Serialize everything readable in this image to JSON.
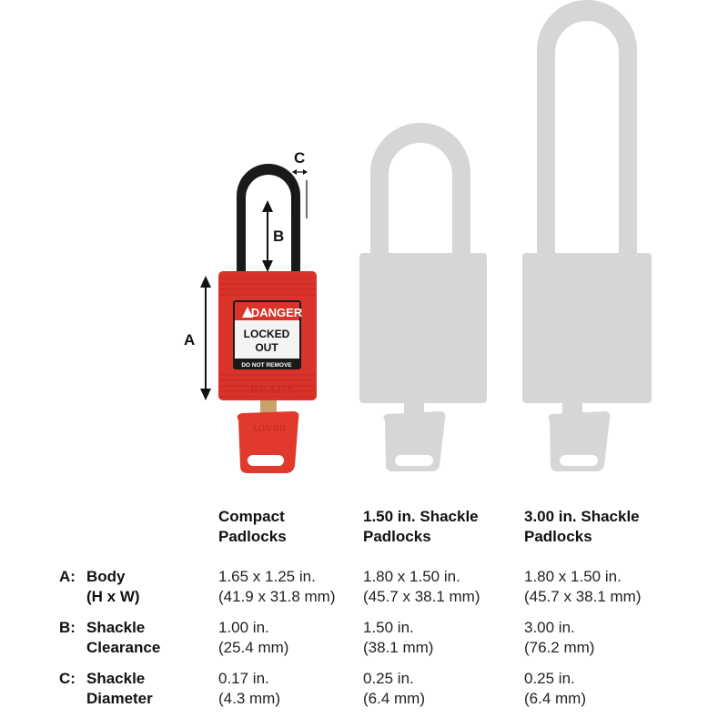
{
  "dimension_markers": {
    "a": "A",
    "b": "B",
    "c": "C"
  },
  "compact_lock": {
    "label_header": "DANGER",
    "label_body_line1": "LOCKED",
    "label_body_line2": "OUT",
    "label_footer": "DO NOT REMOVE",
    "brand": "BRADY",
    "body_color": "#d9332a",
    "shackle_color": "#1a1a1a",
    "key_color": "#e03a2c"
  },
  "silhouette_color": "#d6d6d6",
  "columns": [
    {
      "line1": "Compact",
      "line2": "Padlocks"
    },
    {
      "line1": "1.50 in. Shackle",
      "line2": "Padlocks"
    },
    {
      "line1": "3.00 in. Shackle",
      "line2": "Padlocks"
    }
  ],
  "rows": [
    {
      "letter": "A:",
      "name_line1": "Body",
      "name_line2": "(H x W)",
      "values": [
        {
          "line1": "1.65 x 1.25 in.",
          "line2": "(41.9 x 31.8 mm)"
        },
        {
          "line1": "1.80 x 1.50 in.",
          "line2": "(45.7 x 38.1 mm)"
        },
        {
          "line1": "1.80 x 1.50 in.",
          "line2": "(45.7 x 38.1 mm)"
        }
      ]
    },
    {
      "letter": "B:",
      "name_line1": "Shackle",
      "name_line2": "Clearance",
      "values": [
        {
          "line1": "1.00 in.",
          "line2": "(25.4 mm)"
        },
        {
          "line1": "1.50 in.",
          "line2": "(38.1 mm)"
        },
        {
          "line1": "3.00 in.",
          "line2": "(76.2 mm)"
        }
      ]
    },
    {
      "letter": "C:",
      "name_line1": "Shackle",
      "name_line2": "Diameter",
      "values": [
        {
          "line1": "0.17 in.",
          "line2": "(4.3 mm)"
        },
        {
          "line1": "0.25 in.",
          "line2": "(6.4 mm)"
        },
        {
          "line1": "0.25 in.",
          "line2": "(6.4 mm)"
        }
      ]
    }
  ]
}
